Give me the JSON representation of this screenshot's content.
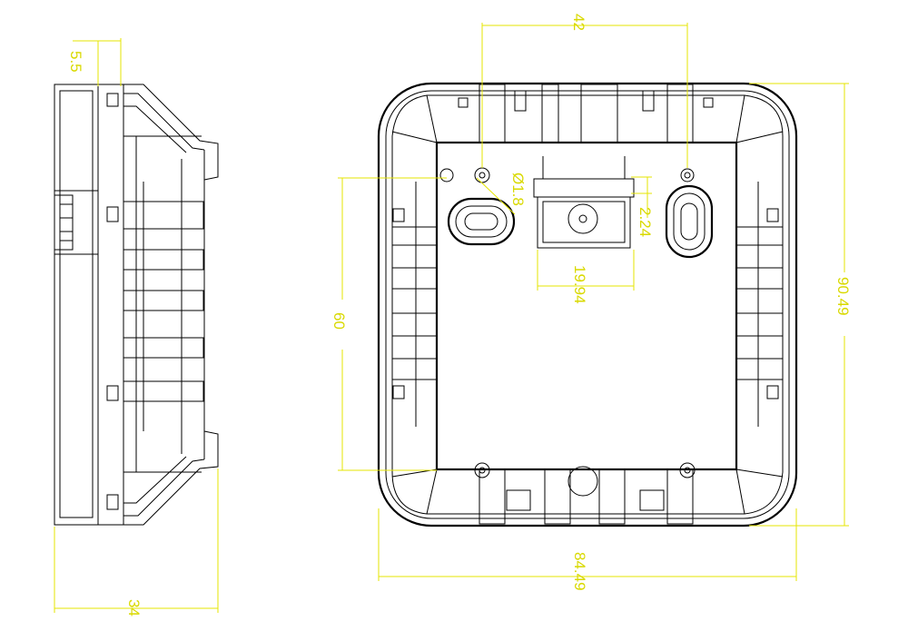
{
  "drawing": {
    "line_color": "#000000",
    "dimension_color": "#e6e600",
    "background": "#ffffff"
  },
  "dimensions": {
    "side_top": "5.5",
    "side_width": "34",
    "front_top": "42",
    "hole_dia": "Ø1.8",
    "slot_depth": "2.24",
    "slot_width": "19.94",
    "height_inner": "60",
    "height_total": "90.49",
    "width_total": "84.49"
  }
}
